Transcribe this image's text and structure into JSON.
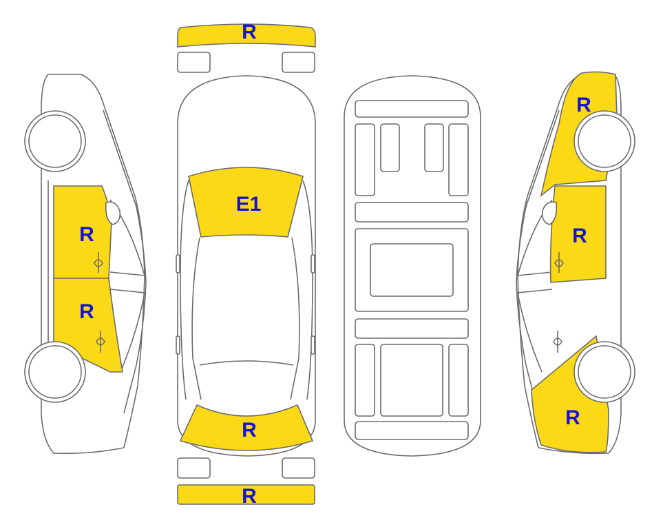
{
  "colors": {
    "highlight": "#fcd916",
    "label": "#1414d2",
    "outline": "#6b6b6b",
    "background": "#ffffff"
  },
  "views": {
    "top": {
      "front_bumper": "R",
      "windshield": "E1",
      "trunk": "R",
      "rear_bumper": "R"
    },
    "left_side": {
      "front_door": "R",
      "rear_door": "R"
    },
    "right_side": {
      "front_fender": "R",
      "front_door": "R",
      "rear_quarter": "R"
    }
  }
}
